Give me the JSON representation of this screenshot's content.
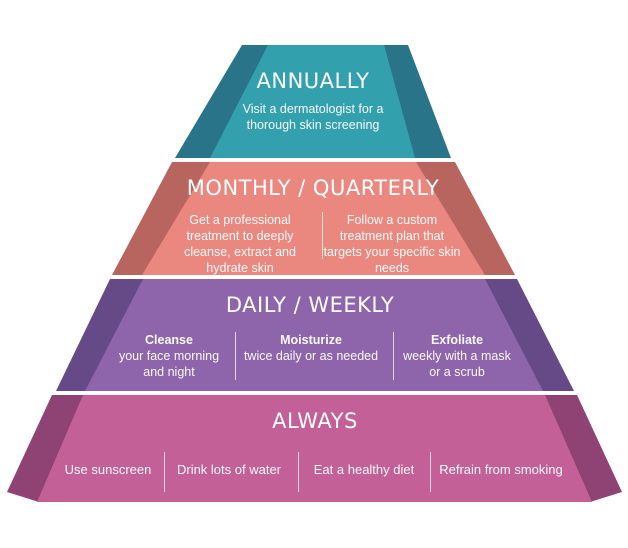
{
  "colors": {
    "annually_front": "#33a0ae",
    "annually_side": "#2a7489",
    "monthly_front": "#ea8880",
    "monthly_side": "#b8645f",
    "daily_front": "#8e65aa",
    "daily_side": "#664a87",
    "always_front": "#c26097",
    "always_side": "#8f4374"
  },
  "tiers": {
    "annually": {
      "title": "ANNUALLY",
      "text": "Visit a dermatologist for a thorough skin screening"
    },
    "monthly": {
      "title": "MONTHLY / QUARTERLY",
      "items": [
        "Get a professional treatment to deeply cleanse, extract and hydrate skin",
        "Follow a custom treatment plan that targets your specific skin needs"
      ]
    },
    "daily": {
      "title": "DAILY / WEEKLY",
      "items": [
        {
          "heading": "Cleanse",
          "text": "your face morning and night"
        },
        {
          "heading": "Moisturize",
          "text": "twice daily or as needed"
        },
        {
          "heading": "Exfoliate",
          "text": "weekly with a mask or a scrub"
        }
      ]
    },
    "always": {
      "title": "ALWAYS",
      "items": [
        "Use sunscreen",
        "Drink lots of water",
        "Eat a healthy diet",
        "Refrain from smoking"
      ]
    }
  }
}
